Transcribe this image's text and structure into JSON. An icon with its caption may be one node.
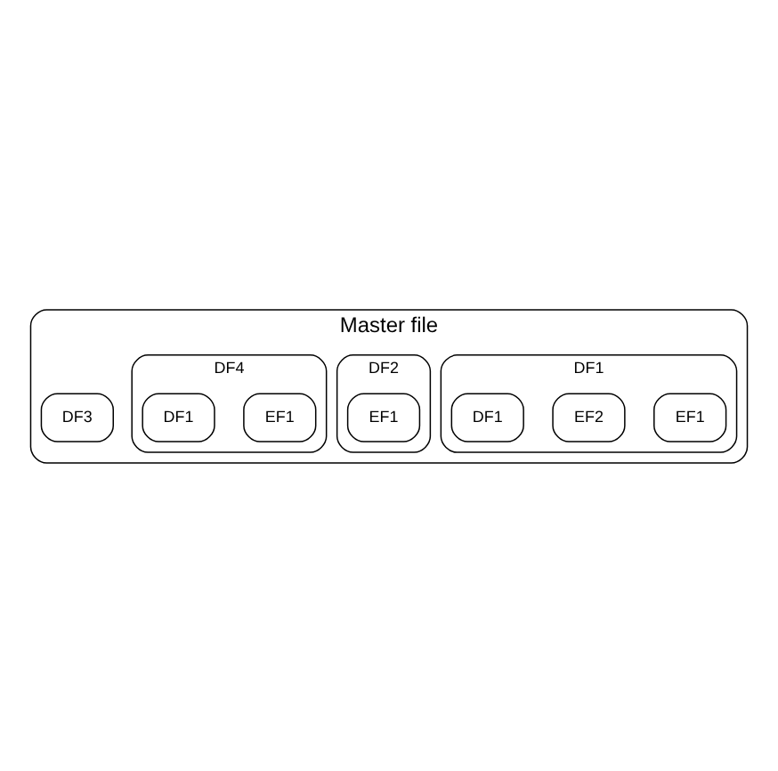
{
  "diagram": {
    "nodes": [
      {
        "text": [
          "Master file"
        ]
      },
      {
        "text": [
          "DF1"
        ],
        "in": 0
      },
      {
        "text": [
          "EF1"
        ],
        "in": 1
      },
      {
        "text": [
          "EF2"
        ],
        "in": 1
      },
      {
        "text": [
          "DF1"
        ],
        "in": 1
      },
      {
        "text": [
          "DF2"
        ],
        "in": 0
      },
      {
        "text": [
          "EF1"
        ],
        "in": 5
      },
      {
        "text": [
          "DF4"
        ],
        "in": 0
      },
      {
        "text": [
          "EF1"
        ],
        "in": 7
      },
      {
        "text": [
          "DF1"
        ],
        "in": 7
      },
      {
        "text": [
          "DF3"
        ],
        "in": 0
      }
    ],
    "edges": []
  }
}
